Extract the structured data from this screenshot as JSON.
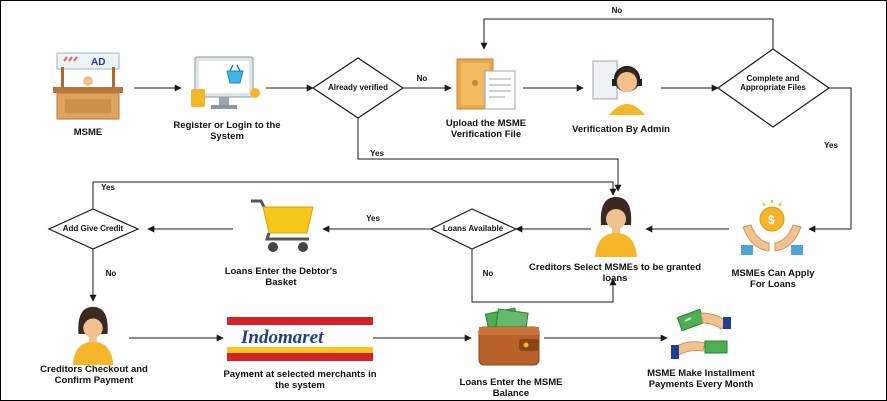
{
  "nodes": {
    "msme": "MSME",
    "register": "Register or Login to the System",
    "already_verified": "Already verified",
    "upload": "Upload the MSME Verification File",
    "verification_admin": "Verification By Admin",
    "complete_files": "Complete and Appropriate Files",
    "msmes_apply": "MSMEs Can Apply For Loans",
    "creditors_select": "Creditors Select MSMEs to be granted loans",
    "loans_available": "Loans Available",
    "debtor_basket": "Loans Enter the Debtor's Basket",
    "add_give_credit": "Add Give Credit",
    "checkout": "Creditors Checkout and Confirm Payment",
    "payment_merchants": "Payment at selected merchants in the system",
    "msme_balance": "Loans Enter the MSME Balance",
    "installment": "MSME Make Installment Payments Every Month"
  },
  "edge_labels": {
    "no_top": "No",
    "no_verified": "No",
    "yes_verified": "Yes",
    "yes_complete": "Yes",
    "yes_add_credit": "Yes",
    "yes_loans": "Yes",
    "no_loans": "No",
    "no_add_credit": "No"
  },
  "icons": {
    "stall_sign": "AD",
    "merchant_logo": "Indomaret"
  },
  "colors": {
    "line": "#1a1a1a",
    "wood": "#d9944a",
    "gold": "#f5b62a",
    "skin": "#f2c28e",
    "hair": "#3b2a20",
    "shirt": "#e8edf0",
    "green_money": "#4caf50",
    "indomaret_red": "#d6202a",
    "indomaret_blue": "#1f3f96",
    "indomaret_yellow": "#f7c51c"
  }
}
